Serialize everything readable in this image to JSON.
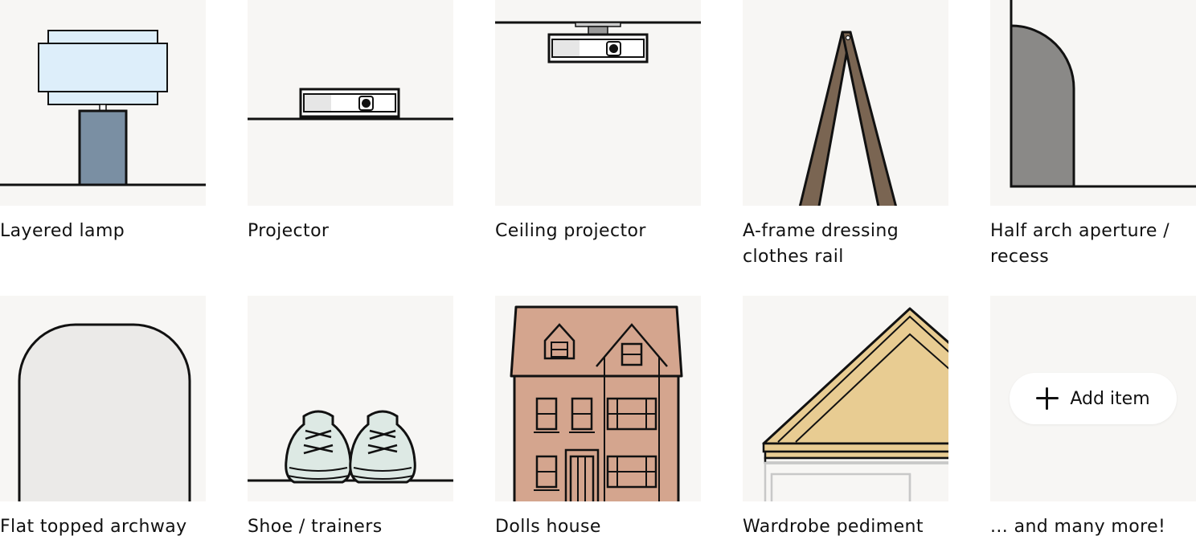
{
  "row1": [
    {
      "id": "layered-lamp",
      "label": "Layered lamp"
    },
    {
      "id": "projector",
      "label": "Projector"
    },
    {
      "id": "ceiling-projector",
      "label": "Ceiling projector"
    },
    {
      "id": "a-frame-rail",
      "label": "A-frame dressing clothes rail"
    },
    {
      "id": "half-arch",
      "label": "Half arch aperture / recess"
    }
  ],
  "row2": [
    {
      "id": "flat-archway",
      "label": "Flat topped archway"
    },
    {
      "id": "shoe-trainers",
      "label": "Shoe / trainers"
    },
    {
      "id": "dolls-house",
      "label": "Dolls house"
    },
    {
      "id": "wardrobe-pediment",
      "label": "Wardrobe pediment"
    },
    {
      "id": "more",
      "label": "... and many more!"
    }
  ],
  "add_button": {
    "label": "Add item",
    "icon": "plus-icon"
  },
  "colors": {
    "thumb_bg": "#f7f6f4",
    "lamp_shade": "#ddeefa",
    "lamp_base": "#7a8fa3",
    "rail_wood": "#7a6552",
    "arch_grey": "#8a8987",
    "archway_fill": "#ebeae8",
    "shoe_fill": "#dde9e4",
    "house_fill": "#d4a58e",
    "pediment_fill": "#e8cc92"
  }
}
